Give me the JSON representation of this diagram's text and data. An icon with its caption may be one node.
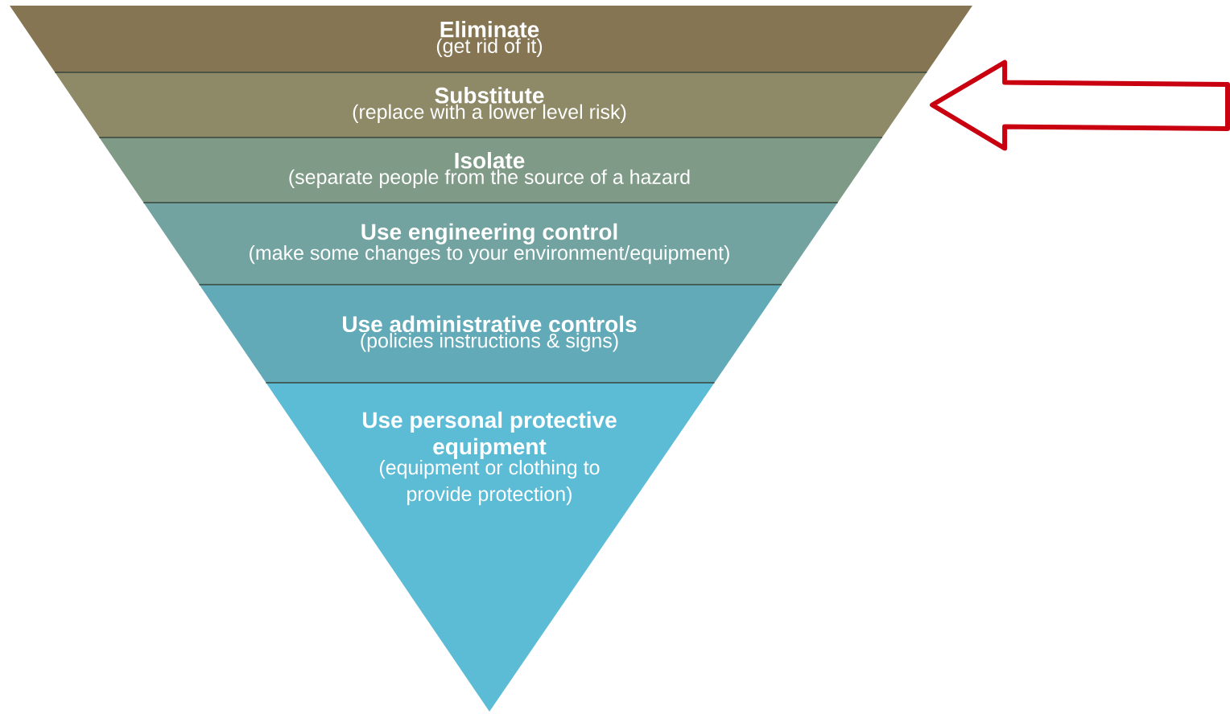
{
  "diagram": {
    "nodes": [
      {
        "text": [
          "Eliminate",
          "(get rid of it)"
        ]
      },
      {
        "text": [
          "Substitute",
          "(replace with a lower level risk)"
        ]
      },
      {
        "text": [
          "Isolate",
          "(separate people from the source of a hazard"
        ]
      },
      {
        "text": [
          "Use engineering control",
          "(make some changes to your environment/equipment)"
        ]
      },
      {
        "text": [
          "Use administrative controls",
          "(policies instructions & signs)"
        ]
      },
      {
        "text": [
          "Use personal protective equipment",
          "(equipment or clothing to provide protection)"
        ]
      }
    ],
    "edges": [
      {
        "from": null,
        "to": 1,
        "arrow": "to",
        "color": "#c8000f"
      }
    ]
  }
}
